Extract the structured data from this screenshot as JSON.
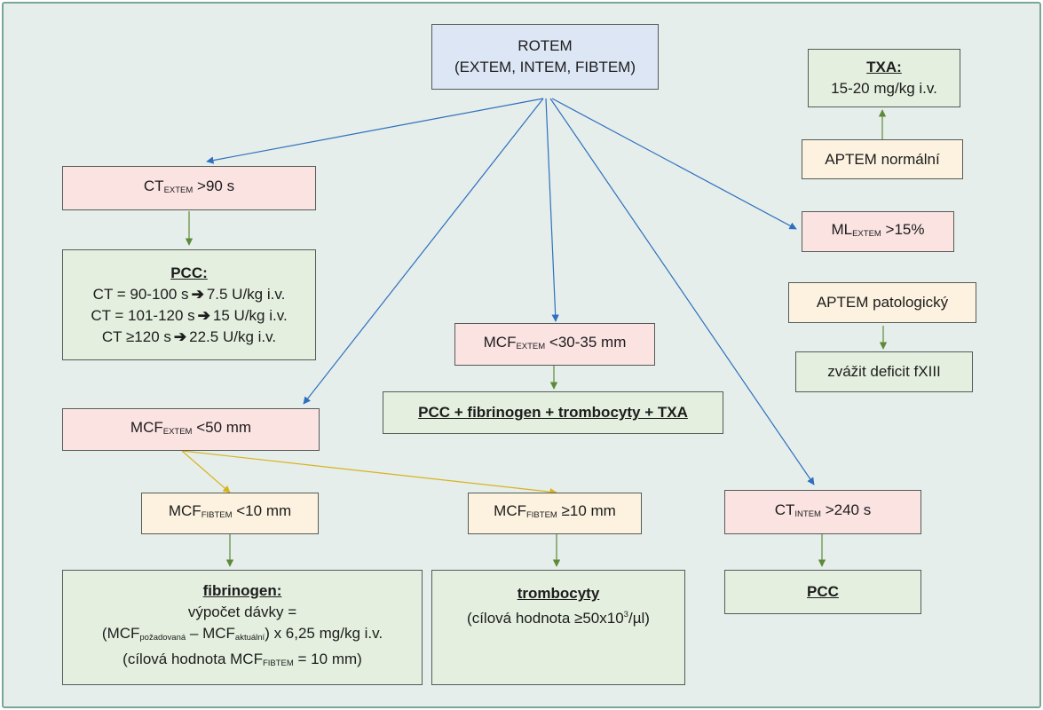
{
  "root": {
    "line1": "ROTEM",
    "line2": "(EXTEM, INTEM, FIBTEM)"
  },
  "ct_extem": {
    "prefix": "CT",
    "sub": "EXTEM",
    "suffix": " >90 s"
  },
  "pcc_box": {
    "title": "PCC:",
    "rows": [
      {
        "cond": "CT = 90-100 s",
        "arrow": "➔",
        "dose": "7.5 U/kg i.v."
      },
      {
        "cond": "CT = 101-120 s",
        "arrow": "➔",
        "dose": "15 U/kg i.v."
      },
      {
        "cond": "CT ≥120 s",
        "arrow": "➔",
        "dose": "22.5 U/kg i.v."
      }
    ]
  },
  "mcf_extem_low": {
    "prefix": "MCF",
    "sub": "EXTEM",
    "suffix": " <30-35 mm"
  },
  "combo": {
    "text": "PCC + fibrinogen + trombocyty + TXA"
  },
  "mcf_extem_50": {
    "prefix": "MCF",
    "sub": "EXTEM",
    "suffix": " <50 mm"
  },
  "mcf_fibtem_lt10": {
    "prefix": "MCF",
    "sub": "FIBTEM",
    "suffix": " <10 mm"
  },
  "mcf_fibtem_ge10": {
    "prefix": "MCF",
    "sub": "FIBTEM",
    "suffix": " ≥10 mm"
  },
  "fibrinogen_box": {
    "title": "fibrinogen:",
    "line2": "výpočet dávky =",
    "line3": {
      "open": "(MCF",
      "sub1": "požadovaná",
      "mid": " – MCF",
      "sub2": "aktuální",
      "close": ") x 6,25 mg/kg i.v."
    },
    "line4": {
      "open": "(cílová hodnota MCF",
      "sub": "FIBTEM",
      "close": " = 10 mm)"
    }
  },
  "trombocyty_box": {
    "title": "trombocyty",
    "line2_pre": "(cílová hodnota ≥50x10",
    "line2_sup": "3",
    "line2_post": "/µl)"
  },
  "ct_intem": {
    "prefix": "CT",
    "sub": "INTEM",
    "suffix": " >240 s"
  },
  "pcc_intem": {
    "text": "PCC"
  },
  "txa_box": {
    "title": "TXA:",
    "line2": "15-20 mg/kg i.v."
  },
  "aptem_normal": {
    "text": "APTEM normální"
  },
  "ml_extem": {
    "prefix": "ML",
    "sub": "EXTEM",
    "suffix": " >15%"
  },
  "aptem_pathological": {
    "text": "APTEM patologický"
  },
  "fxiii": {
    "text": "zvážit deficit fXIII"
  },
  "colors": {
    "background": "#e5eeea",
    "frame": "#7aa795",
    "blue_box": "#dce6f4",
    "pink_box": "#fbe3e2",
    "yellow_box": "#fcf2df",
    "green_box": "#e4efdf",
    "blue_arrow": "#2f6fbf",
    "green_arrow": "#5d8a3a",
    "yellow_arrow": "#d9b21e"
  }
}
